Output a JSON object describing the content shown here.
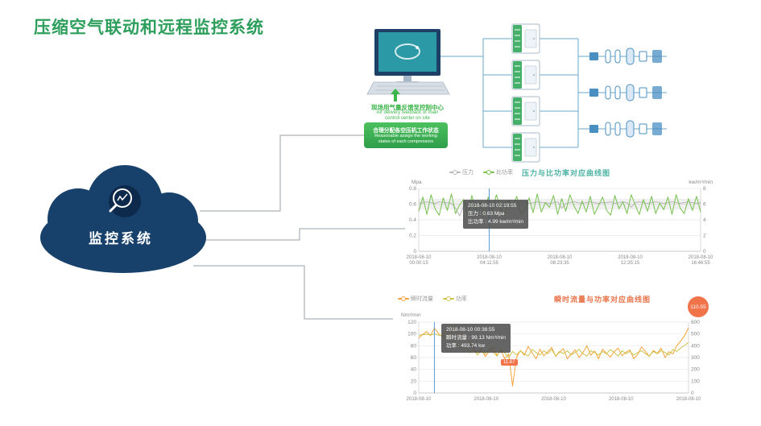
{
  "page_title": "压缩空气联动和远程监控系统",
  "cloud": {
    "label": "监控系统"
  },
  "diagram": {
    "feedback_cn": "现场用气量反馈至控制中心",
    "feedback_en1": "Air delivery feedback of main",
    "feedback_en2": "control center on site",
    "assign_cn": "合理分配各空压机工作状态",
    "assign_en1": "Reasonable assign the working",
    "assign_en2": "states of each compressors"
  },
  "colors": {
    "accent_green": "#2e9e5c",
    "cloud_blue": "#17406b",
    "cursor_blue": "#5b9bd5"
  },
  "chart_data": [
    {
      "type": "line",
      "title": "压力与比功率对应曲线图",
      "title_color": "#4db3a4",
      "y_left_label": "Mpa",
      "y_right_label": "kw/m³/min",
      "ylim_left": [
        0,
        0.8
      ],
      "ylim_right": [
        0,
        8
      ],
      "y_left_ticks": [
        0,
        0.2,
        0.4,
        0.6,
        0.8
      ],
      "y_right_ticks": [
        0,
        2,
        4,
        6,
        8
      ],
      "band": [
        0.53,
        0.67
      ],
      "cursor_frac": 0.25,
      "x_ticks": [
        {
          "date": "2018-08-10",
          "time": "00:00:15"
        },
        {
          "date": "2018-08-10",
          "time": "04:11:55"
        },
        {
          "date": "2018-08-10",
          "time": "08:23:35"
        },
        {
          "date": "2018-08-10",
          "time": "12:35:15"
        },
        {
          "date": "2018-08-10",
          "time": "16:46:55"
        }
      ],
      "series": [
        {
          "name": "压力",
          "axis": "left",
          "color": "#b8b8b8",
          "values": [
            0.61,
            0.62,
            0.63,
            0.62,
            0.61,
            0.63,
            0.62,
            0.62,
            0.61,
            0.55,
            0.45,
            0.58,
            0.62,
            0.63,
            0.62,
            0.61,
            0.62,
            0.63,
            0.62,
            0.61,
            0.62,
            0.62,
            0.63,
            0.61,
            0.62,
            0.63,
            0.62,
            0.61,
            0.62,
            0.63,
            0.62,
            0.62,
            0.61,
            0.62,
            0.63,
            0.55,
            0.61,
            0.62,
            0.63,
            0.62,
            0.61,
            0.62,
            0.63,
            0.62,
            0.61,
            0.62,
            0.62,
            0.63,
            0.61,
            0.62,
            0.63,
            0.62,
            0.56,
            0.62,
            0.63,
            0.62,
            0.61,
            0.62,
            0.63,
            0.62,
            0.61,
            0.62,
            0.63,
            0.62,
            0.61,
            0.62,
            0.63,
            0.62,
            0.61,
            0.62
          ]
        },
        {
          "name": "比功率",
          "axis": "right",
          "color": "#76c04e",
          "values": [
            5.1,
            6.9,
            4.7,
            7.2,
            5.4,
            4.6,
            6.8,
            5.2,
            7.3,
            4.8,
            5.9,
            6.6,
            4.5,
            7.1,
            5.2,
            6.3,
            4.7,
            6.9,
            5.1,
            7.2,
            5.5,
            4.6,
            6.5,
            5.8,
            7.0,
            4.7,
            5.3,
            6.8,
            4.9,
            7.3,
            5.0,
            6.2,
            5.6,
            7.1,
            4.7,
            6.7,
            5.1,
            7.2,
            5.8,
            4.8,
            6.4,
            5.0,
            7.0,
            4.7,
            5.8,
            6.9,
            5.2,
            4.6,
            7.1,
            5.4,
            6.3,
            4.8,
            7.2,
            5.9,
            4.7,
            6.6,
            5.1,
            7.0,
            4.8,
            6.1,
            5.3,
            6.9,
            4.7,
            7.2,
            5.5,
            4.8,
            6.7,
            5.2,
            7.0,
            5.0
          ]
        }
      ],
      "tooltip": {
        "time": "2018-08-10 02:19:55",
        "line1": "压力 : 0.63 Mpa",
        "line2": "比功率 : 4.99 kw/m³/min"
      }
    },
    {
      "type": "line",
      "title": "瞬时流量与功率对应曲线图",
      "title_color": "#e8734a",
      "y_left_label": "Nm³/min",
      "y_right_label": "",
      "ylim_left": [
        0,
        120
      ],
      "ylim_right": [
        0,
        600
      ],
      "y_left_ticks": [
        0,
        20,
        40,
        60,
        80,
        100,
        120
      ],
      "y_right_ticks": [
        0,
        100,
        200,
        300,
        400,
        500,
        600
      ],
      "cursor_frac": 0.058,
      "x_ticks": [
        {
          "date": "2018-08-10"
        },
        {
          "date": "2018-08-10"
        },
        {
          "date": "2018-08-10"
        },
        {
          "date": "2018-08-10"
        },
        {
          "date": "2018-08-10"
        }
      ],
      "series": [
        {
          "name": "瞬时流量",
          "axis": "left",
          "color": "#f5a43c",
          "values": [
            93,
            99.13,
            104,
            97,
            110,
            101,
            95,
            106,
            98,
            112,
            96,
            100,
            92,
            88,
            76,
            68,
            74,
            62,
            70,
            78,
            64,
            72,
            58,
            66,
            11.87,
            60,
            72,
            64,
            79,
            68,
            58,
            74,
            63,
            70,
            77,
            62,
            69,
            75,
            58,
            66,
            73,
            60,
            68,
            80,
            64,
            71,
            58,
            74,
            67,
            61,
            70,
            76,
            63,
            69,
            73,
            58,
            65,
            78,
            70,
            62,
            72,
            67,
            76,
            60,
            70,
            66,
            80,
            88,
            97,
            110.55
          ]
        },
        {
          "name": "功率",
          "axis": "right",
          "color": "#cdc34d",
          "values": [
            488,
            493.74,
            497,
            492,
            499,
            490,
            484,
            476,
            462,
            430,
            398,
            372,
            388,
            340,
            365,
            322,
            358,
            330,
            376,
            348,
            312,
            368,
            338,
            302,
            352,
            322,
            358,
            332,
            312,
            368,
            342,
            322,
            358,
            332,
            368,
            312,
            352,
            332,
            358,
            322,
            342,
            368,
            332,
            312,
            358,
            342,
            322,
            352,
            332,
            368,
            342,
            312,
            358,
            332,
            352,
            322,
            342,
            358,
            332,
            312,
            352,
            332,
            358,
            342,
            322,
            368,
            352,
            382,
            402,
            428
          ]
        }
      ],
      "tooltip": {
        "time": "2018-08-10 00:38:55",
        "line1": "瞬时流量 : 99.13 Nm³/min",
        "line2": "功率 : 493.74 kw"
      },
      "badge": "110.55",
      "dip_label": "11.87"
    }
  ]
}
